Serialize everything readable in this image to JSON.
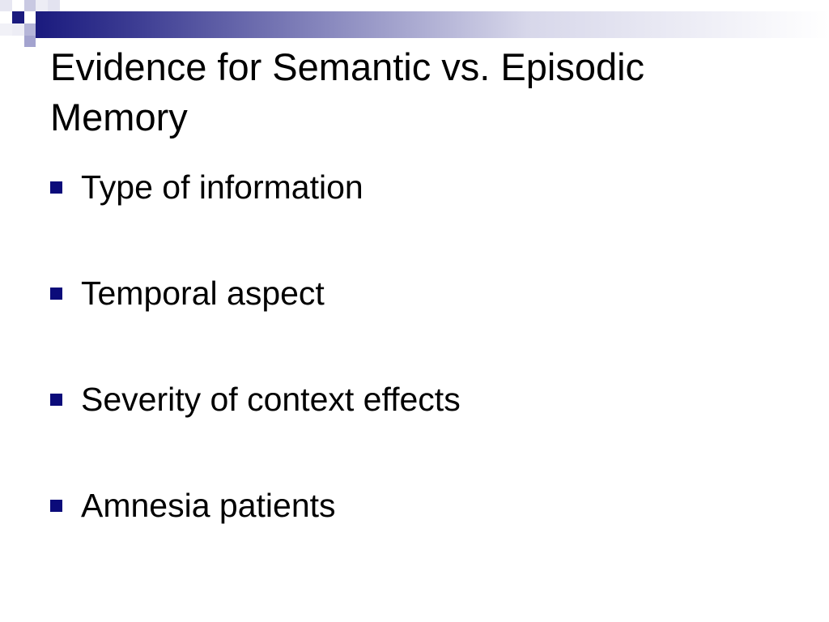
{
  "slide": {
    "title": "Evidence for Semantic vs. Episodic Memory",
    "bullets": [
      {
        "text": "Type of information"
      },
      {
        "text": "Temporal aspect"
      },
      {
        "text": "Severity of context effects"
      },
      {
        "text": "Amnesia patients"
      }
    ]
  },
  "theme": {
    "accent_color": "#1a1a7e",
    "bullet_color": "#0b0b7a",
    "text_color": "#000000",
    "background_color": "#ffffff",
    "bullet_icon": "square-bullet-icon"
  }
}
